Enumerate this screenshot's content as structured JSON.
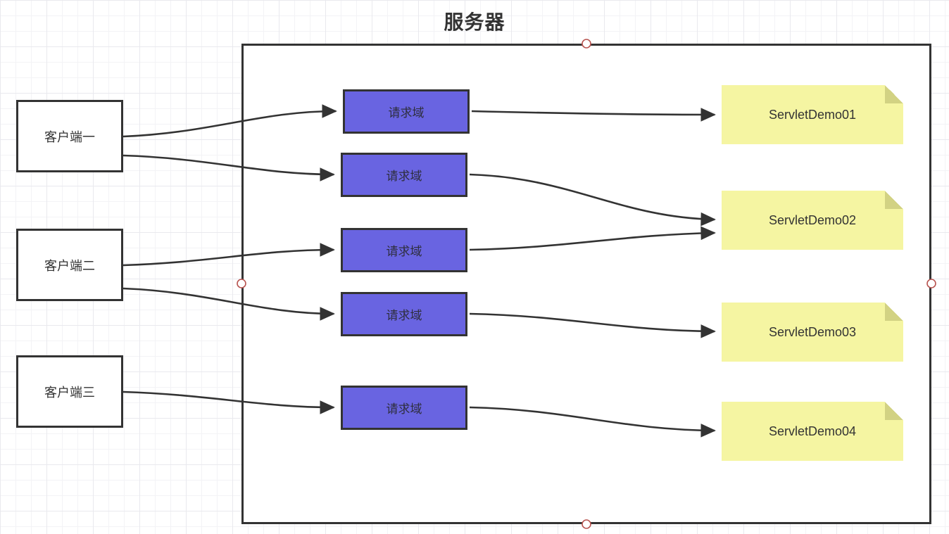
{
  "title": "服务器",
  "clients": [
    {
      "label": "客户端一"
    },
    {
      "label": "客户端二"
    },
    {
      "label": "客户端三"
    }
  ],
  "request_scopes": [
    {
      "label": "请求域"
    },
    {
      "label": "请求域"
    },
    {
      "label": "请求域"
    },
    {
      "label": "请求域"
    },
    {
      "label": "请求域"
    }
  ],
  "servlets": [
    {
      "label": "ServletDemo01"
    },
    {
      "label": "ServletDemo02"
    },
    {
      "label": "ServletDemo03"
    },
    {
      "label": "ServletDemo04"
    }
  ],
  "edges": [
    {
      "from": "客户端一",
      "to": "请求域-1"
    },
    {
      "from": "客户端一",
      "to": "请求域-2"
    },
    {
      "from": "客户端二",
      "to": "请求域-3"
    },
    {
      "from": "客户端二",
      "to": "请求域-4"
    },
    {
      "from": "客户端三",
      "to": "请求域-5"
    },
    {
      "from": "请求域-1",
      "to": "ServletDemo01"
    },
    {
      "from": "请求域-2",
      "to": "ServletDemo02"
    },
    {
      "from": "请求域-3",
      "to": "ServletDemo02"
    },
    {
      "from": "请求域-4",
      "to": "ServletDemo03"
    },
    {
      "from": "请求域-5",
      "to": "ServletDemo04"
    }
  ],
  "colors": {
    "stroke": "#333333",
    "request_box_fill": "#6964e1",
    "note_fill": "#f5f5a2",
    "note_fold": "#d2d283",
    "handle_stroke": "#b85450"
  }
}
